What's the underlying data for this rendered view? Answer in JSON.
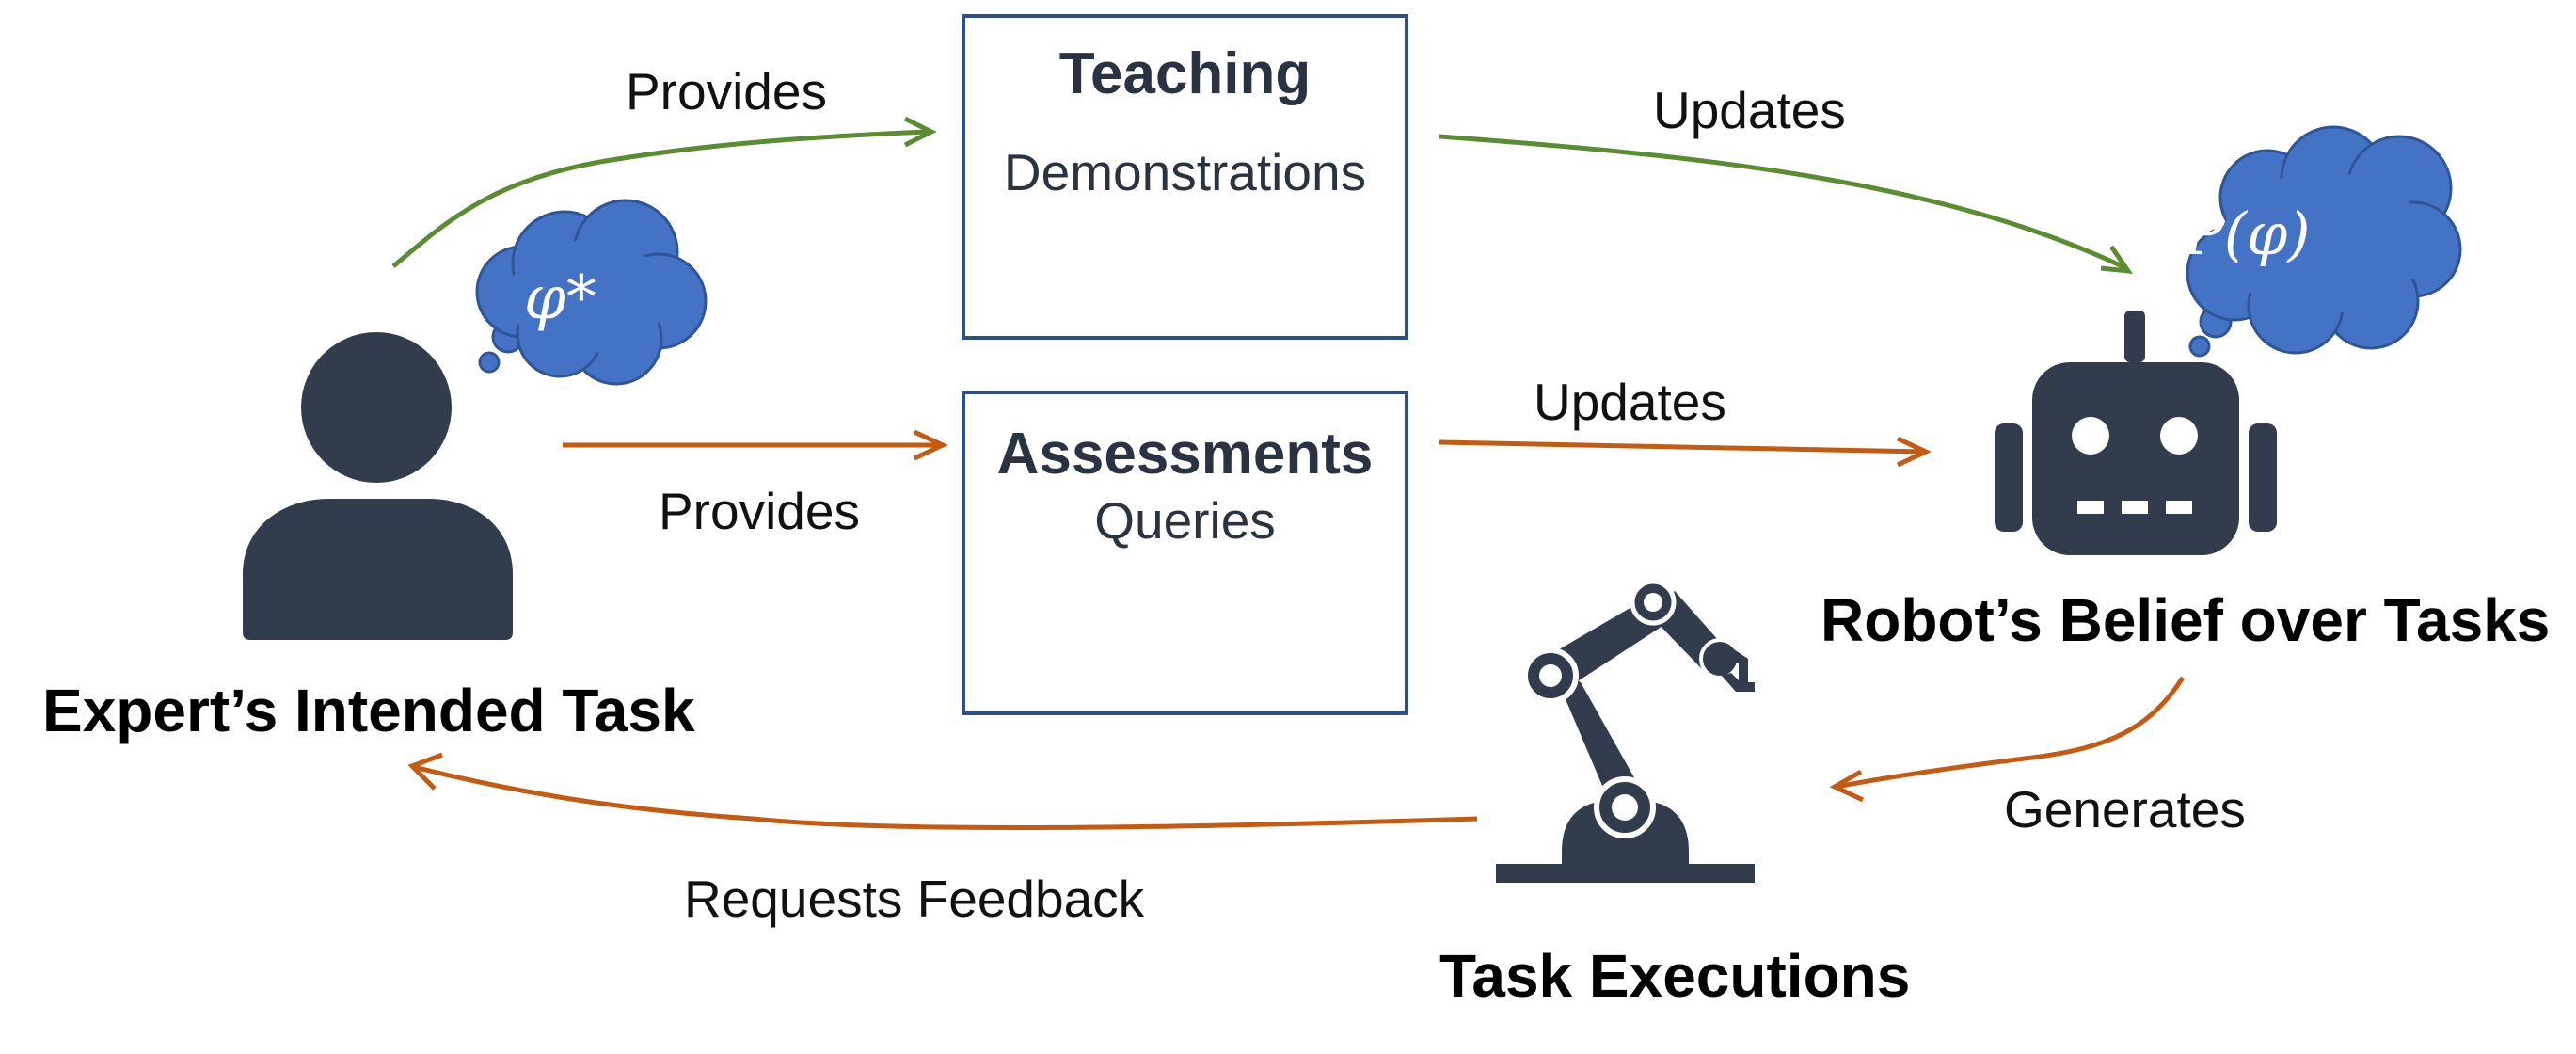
{
  "colors": {
    "green_arrow": "#5b8c32",
    "orange_arrow": "#c55a11",
    "box_border": "#2b4f86",
    "icon_dark": "#323c4c",
    "bubble_fill": "#4472c4",
    "assessment_icon": "#4472c4"
  },
  "icons": [
    "person-icon",
    "thought-bubble-icon",
    "robot-head-icon",
    "robot-arm-icon",
    "people-carrying-box-icon",
    "check-circle-icon",
    "x-circle-icon"
  ],
  "expert": {
    "label": "Expert’s Intended Task",
    "thought": "φ*"
  },
  "robot": {
    "label": "Robot’s Belief over Tasks",
    "thought": "P(φ)"
  },
  "executions": {
    "label": "Task Executions"
  },
  "teaching": {
    "title": "Teaching",
    "subtitle": "Demonstrations"
  },
  "assessments": {
    "title": "Assessments",
    "subtitle": "Queries"
  },
  "edges": {
    "provides_teaching": "Provides",
    "updates_from_teaching": "Updates",
    "provides_assessments": "Provides",
    "updates_from_assessments": "Updates",
    "generates": "Generates",
    "requests_feedback": "Requests Feedback"
  }
}
